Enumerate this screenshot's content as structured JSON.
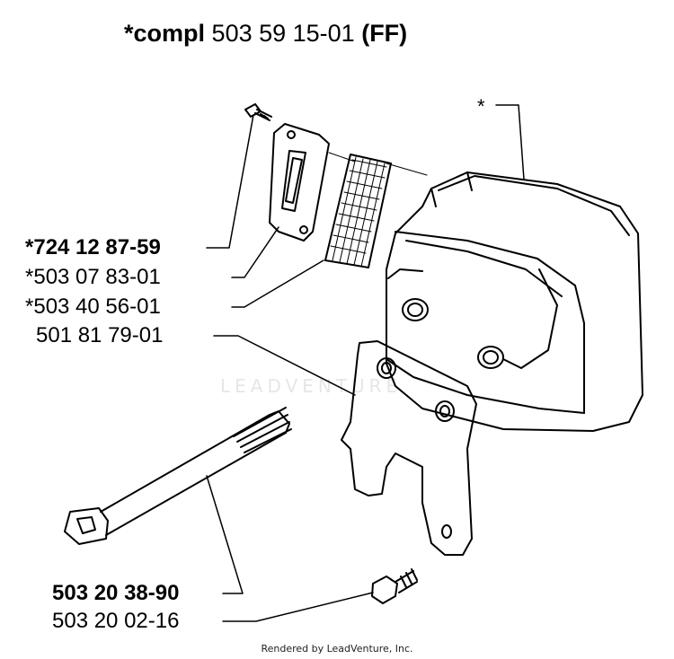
{
  "title": {
    "prefix": "*compl",
    "number": "503 59 15-01",
    "suffix": "(FF)"
  },
  "callout_asterisk": "*",
  "parts": [
    {
      "label": "*724 12 87-59",
      "bold": true
    },
    {
      "label": "*503 07 83-01",
      "bold": false
    },
    {
      "label": "*503 40 56-01",
      "bold": false
    },
    {
      "label": "501 81 79-01",
      "bold": false
    },
    {
      "label": "503 20 38-90",
      "bold": true
    },
    {
      "label": "503 20 02-16",
      "bold": false
    }
  ],
  "watermark": "LEADVENTURE",
  "footer": "Rendered by LeadVenture, Inc."
}
